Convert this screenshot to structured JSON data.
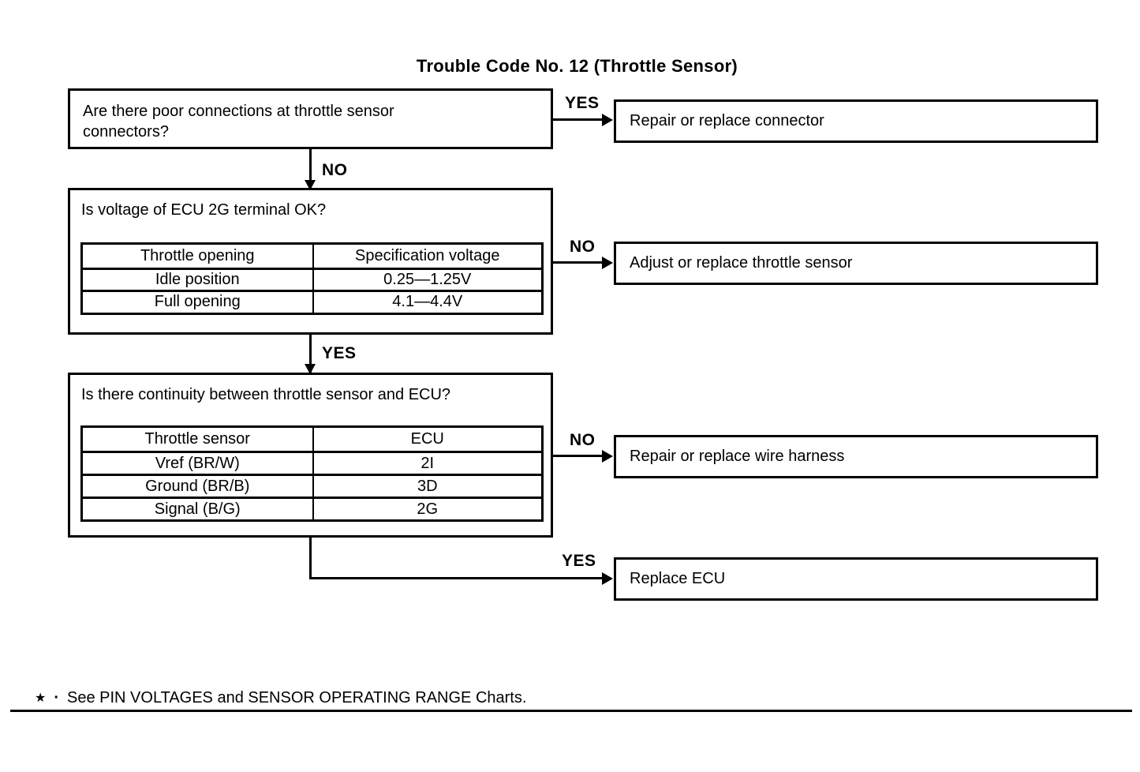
{
  "title": "Trouble Code No. 12 (Throttle Sensor)",
  "labels": {
    "yes": "YES",
    "no": "NO"
  },
  "boxes": {
    "q1": "Are there poor connections at throttle sensor connectors?",
    "q2": "Is voltage of ECU 2G terminal OK?",
    "q3": "Is there continuity between throttle sensor and ECU?",
    "a1": "Repair or replace connector",
    "a2": "Adjust or replace throttle sensor",
    "a3": "Repair or replace wire harness",
    "a4": "Replace ECU"
  },
  "tables": {
    "voltage": {
      "headers": [
        "Throttle opening",
        "Specification voltage"
      ],
      "rows": [
        [
          "Idle position",
          "0.25—1.25V"
        ],
        [
          "Full opening",
          "4.1—4.4V"
        ]
      ]
    },
    "continuity": {
      "headers": [
        "Throttle sensor",
        "ECU"
      ],
      "rows": [
        [
          "Vref (BR/W)",
          "2I"
        ],
        [
          "Ground (BR/B)",
          "3D"
        ],
        [
          "Signal (B/G)",
          "2G"
        ]
      ]
    }
  },
  "footnote": {
    "marker": "★",
    "separator": "·",
    "text": "See PIN VOLTAGES and SENSOR OPERATING RANGE Charts."
  },
  "colors": {
    "ink": "#000000",
    "paper": "#ffffff"
  }
}
